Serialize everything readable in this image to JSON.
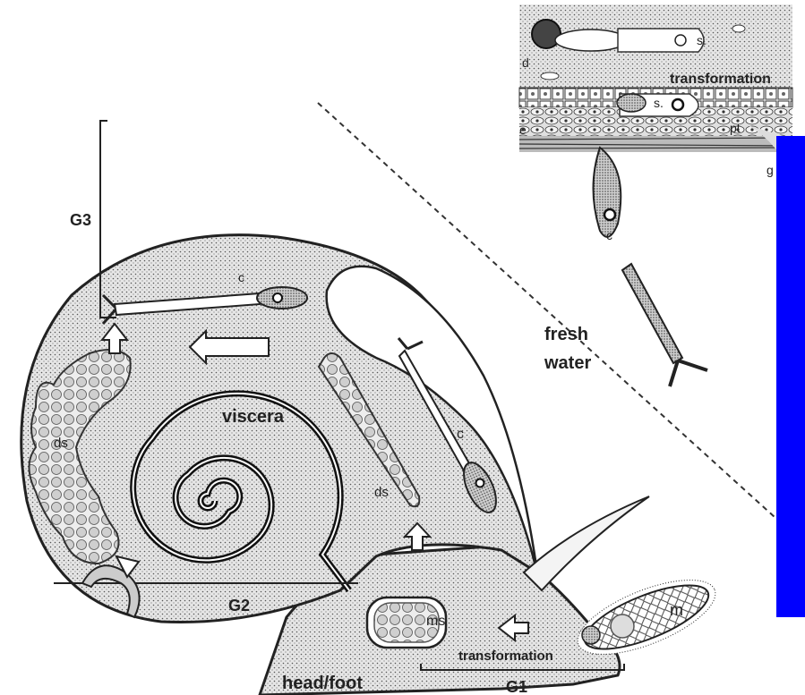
{
  "labels": {
    "g1": "G1",
    "g2": "G2",
    "g3": "G3",
    "viscera": "viscera",
    "head_foot": "head/foot",
    "fresh": "fresh",
    "water": "water",
    "transformation_bottom": "transformation",
    "transformation_top": "transformation",
    "ds_left": "ds",
    "ds_mid": "ds",
    "c_top": "c",
    "c_mid": "c",
    "c_inset": "c",
    "ms": "ms",
    "m": "m",
    "s_inset_1": "s.",
    "s_inset_2": "s.",
    "d": "d",
    "e": "e",
    "pt": "pt",
    "g": "g"
  },
  "colors": {
    "stipple": "#d9d9d9",
    "outline": "#222222",
    "side_bar": "#0000ff",
    "arrow_fill": "#ffffff"
  },
  "icons": [
    "arrow-up-icon",
    "arrow-left-icon",
    "curved-arrow-icon"
  ]
}
